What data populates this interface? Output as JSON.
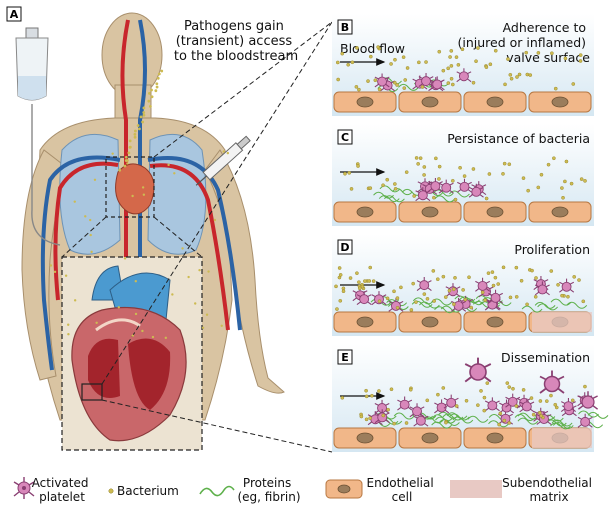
{
  "panels": {
    "a": {
      "letter": "A",
      "caption_lines": [
        "Pathogens gain",
        "(transient) access",
        "to the bloodstream"
      ]
    },
    "b": {
      "letter": "B",
      "caption_lines": [
        "Adherence to",
        "(injured or inflamed)",
        "valve surface"
      ],
      "flow_label": "Blood flow"
    },
    "c": {
      "letter": "C",
      "caption": "Persistance of bacteria"
    },
    "d": {
      "letter": "D",
      "caption": "Proliferation"
    },
    "e": {
      "letter": "E",
      "caption": "Dissemination"
    }
  },
  "legend": {
    "platelet_lines": [
      "Activated",
      "platelet"
    ],
    "bacterium": "Bacterium",
    "proteins_lines": [
      "Proteins",
      "(eg, fibrin)"
    ],
    "endothelial_lines": [
      "Endothelial",
      "cell"
    ],
    "matrix_lines": [
      "Subendothelial",
      "matrix"
    ]
  },
  "colors": {
    "skin": "#d9c4a2",
    "vein": "#2b63a5",
    "artery": "#c8262c",
    "lung": "#a9c6df",
    "blood_field": "#dbeaf4",
    "endothelial": "#f1b789",
    "platelet": "#d887ba",
    "bacterium": "#cdbb52",
    "fibrin": "#5db04a",
    "matrix": "#e8c9c4"
  }
}
